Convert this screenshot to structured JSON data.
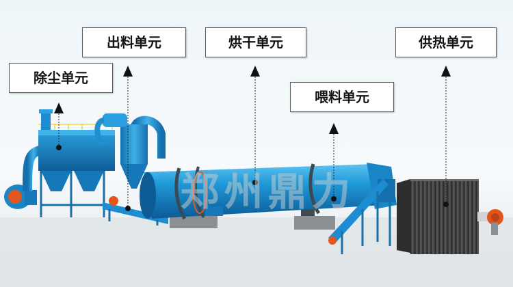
{
  "labels": {
    "dust_removal": "除尘单元",
    "discharge": "出料单元",
    "drying": "烘干单元",
    "feeding": "喂料单元",
    "heating": "供热单元"
  },
  "watermark": "郑州鼎力",
  "colors": {
    "machine_blue": "#1f8fd0",
    "machine_dark": "#0f5f99",
    "heater_gray": "#4a4a4a",
    "base_gray": "#8a8f94",
    "burner_orange": "#e2561e",
    "label_text": "#141414",
    "label_border": "#5d5d5d"
  }
}
